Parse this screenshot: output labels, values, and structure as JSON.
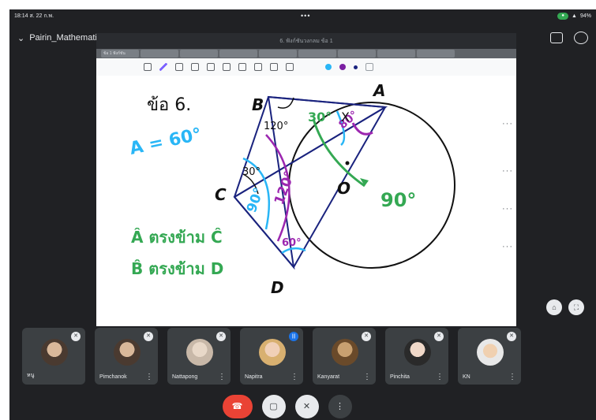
{
  "status_bar": {
    "time": "18:14  ส. 22 ก.พ.",
    "center": "•••",
    "battery": "94%"
  },
  "meet": {
    "title": "Pairin_Mathematic Class"
  },
  "app": {
    "doc_title": "6. ฟังก์ชันวงกลม ข้อ 1",
    "tabs": [
      "ข้อ 1 ฟังก์ชัน",
      "",
      "",
      "",
      "",
      "",
      "",
      "",
      ""
    ]
  },
  "board": {
    "problem_label": "ข้อ 6.",
    "angle_note": "A = 60°",
    "note_line1": "Â ตรงข้าม Ĉ",
    "note_line2": "B̂ ตรงข้าม D",
    "point_A": "A",
    "point_B": "B",
    "point_C": "C",
    "point_D": "D",
    "point_O": "O",
    "angle_B": "120°",
    "angle_C": "30°",
    "angle_A_top": "30°",
    "angle_A_arc": "80°",
    "angle_x": "X",
    "angle_C_blue": "90°",
    "angle_C_purple": "120°",
    "angle_D": "60°",
    "right_angle": "90°"
  },
  "participants": [
    {
      "name": "หนู",
      "status": "muted"
    },
    {
      "name": "Pimchanok",
      "status": "muted"
    },
    {
      "name": "Nattapong",
      "status": "muted"
    },
    {
      "name": "Napitra",
      "status": "speaking"
    },
    {
      "name": "Kanyarat",
      "status": "muted"
    },
    {
      "name": "Pinchita",
      "status": "muted"
    },
    {
      "name": "KN",
      "status": "muted"
    }
  ],
  "colors": {
    "green": "#34a853",
    "blue": "#29b6f6",
    "purple": "#9c27b0",
    "navy": "#1a237e",
    "hangup": "#ea4335"
  }
}
